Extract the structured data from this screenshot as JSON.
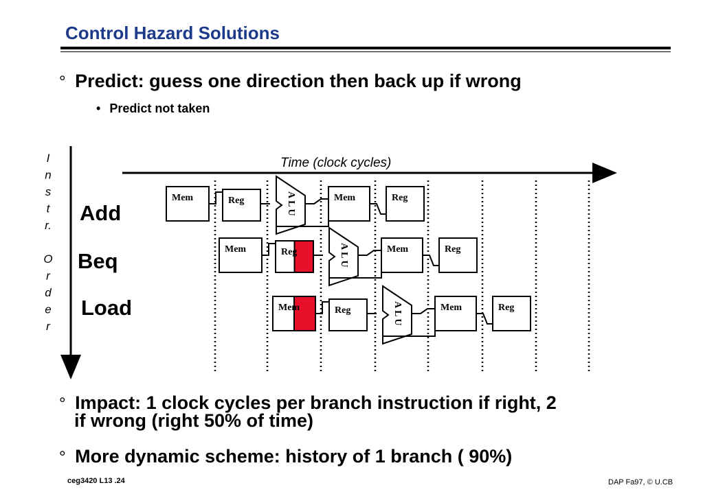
{
  "header": {
    "title": "Control Hazard Solutions"
  },
  "bullets": {
    "marker": "°",
    "predict": "Predict: guess one direction then back up if wrong",
    "sub_predict": "Predict not taken",
    "impact_line1": "Impact: 1 clock cycles per branch instruction if right, 2",
    "impact_line2": "if wrong (right  50% of time)",
    "dynamic": "More dynamic scheme: history of 1 branch ( 90%)"
  },
  "diagram": {
    "time_label": "Time (clock cycles)",
    "instr_axis_letters": [
      "I",
      "n",
      "s",
      "t",
      "r.",
      "",
      "O",
      "r",
      "d",
      "e",
      "r"
    ],
    "instructions": [
      "Add",
      "Beq",
      "Load"
    ],
    "stage_labels": {
      "mem": "Mem",
      "reg": "Reg",
      "alu": "ALU"
    },
    "highlight_color": "#e8102a"
  },
  "footer": {
    "left": "ceg3420  L13 .24",
    "right": "DAP Fa97,  © U.CB"
  }
}
